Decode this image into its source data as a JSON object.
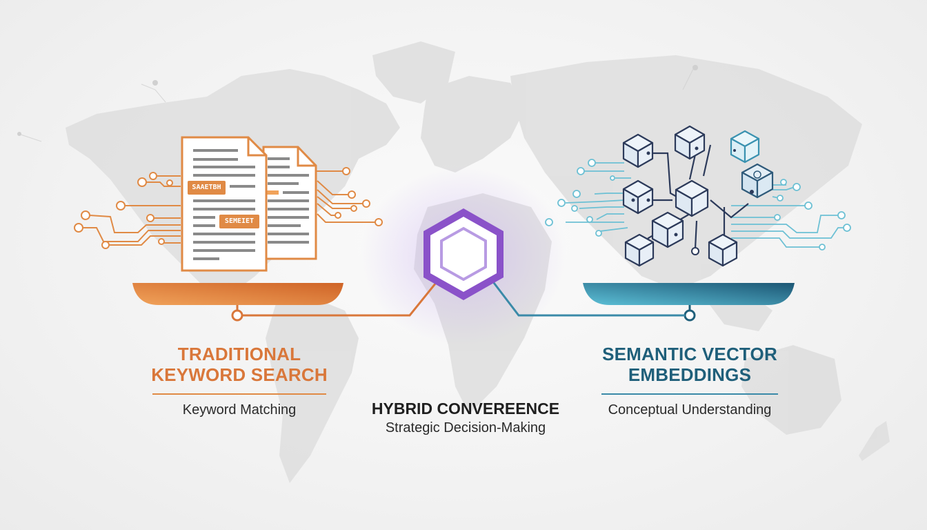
{
  "colors": {
    "orange": "#d9773a",
    "orange_light": "#f0a25a",
    "blue_dark": "#1f5f7a",
    "blue_light": "#4fb3cc",
    "purple": "#8a52c9",
    "purple_light": "#b89be3",
    "cube_stroke": "#2c3a5a",
    "map_gray": "#dcdcdc"
  },
  "left": {
    "title_line1": "TRADITIONAL",
    "title_line2": "KEYWORD SEARCH",
    "subtitle": "Keyword Matching",
    "doc_tag_1": "SAAETBH",
    "doc_tag_2": "SEMEIET",
    "icon": "documents-icon"
  },
  "center": {
    "title": "HYBRID CONVEREENCE",
    "subtitle": "Strategic Decision-Making",
    "icon": "hexagon-icon"
  },
  "right": {
    "title_line1": "SEMANTIC VECTOR",
    "title_line2": "EMBEDDINGS",
    "subtitle": "Conceptual Understanding",
    "icon": "vector-cubes-network-icon"
  },
  "background": "world-map-icon"
}
